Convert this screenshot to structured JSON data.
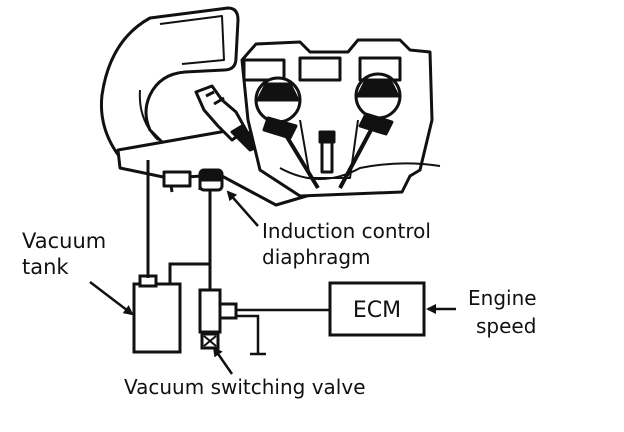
{
  "labels": {
    "vacuum_tank_line1": "Vacuum",
    "vacuum_tank_line2": "tank",
    "induction_line1": "Induction control",
    "induction_line2": "diaphragm",
    "ecm": "ECM",
    "engine_speed_line1": "Engine",
    "engine_speed_line2": "speed",
    "vacuum_switching_valve": "Vacuum switching valve"
  },
  "colors": {
    "ink": "#111111",
    "background": "#ffffff"
  }
}
